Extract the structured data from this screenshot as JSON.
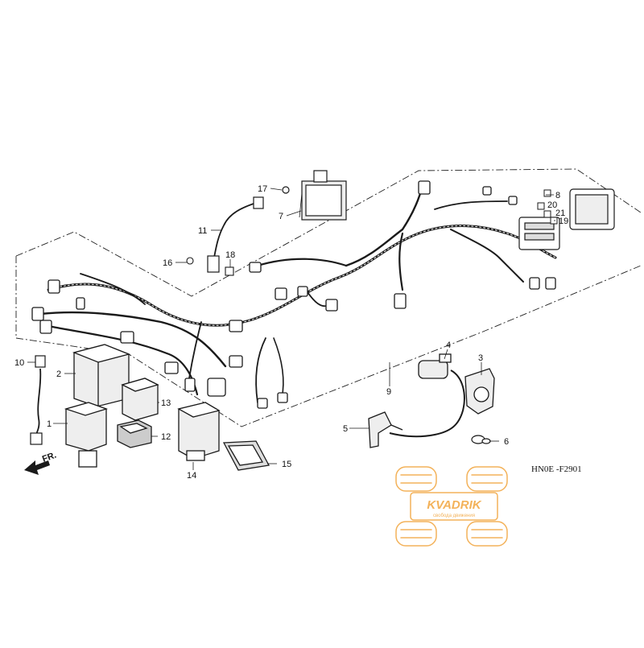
{
  "diagram": {
    "code": "HN0E -F2901",
    "direction_label": "FR.",
    "callouts": [
      "1",
      "2",
      "3",
      "4",
      "5",
      "6",
      "7",
      "8",
      "9",
      "10",
      "11",
      "12",
      "13",
      "14",
      "15",
      "16",
      "17",
      "18",
      "19",
      "20",
      "21"
    ]
  },
  "watermark": {
    "brand": "KVADRIK",
    "tagline": "свобода движения",
    "color": "#f3b25a"
  }
}
